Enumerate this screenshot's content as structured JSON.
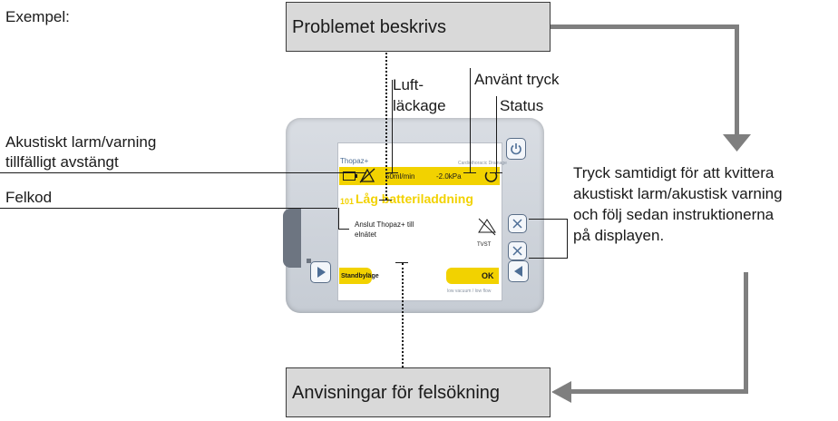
{
  "example_label": "Exempel:",
  "box_top": "Problemet beskrivs",
  "box_bottom": "Anvisningar för felsökning",
  "labels": {
    "air_leak_line1": "Luft-",
    "air_leak_line2": "läckage",
    "used_pressure": "Använt tryck",
    "status": "Status",
    "alarm_line1": "Akustiskt larm/varning",
    "alarm_line2": "tillfälligt avstängt",
    "error_code": "Felkod"
  },
  "instructions": [
    "Tryck samtidigt för att kvittera",
    "akustiskt larm/akustisk varning",
    "och följ sedan instruktionerna",
    "på displayen."
  ],
  "device": {
    "brand": "Thopaz+",
    "brand_right": "Cardiothoracic Drainage",
    "flow": "50ml/min",
    "pressure": "-2.0kPa",
    "error_number": "101",
    "error_title": "Låg batteriladdning",
    "instruction_line1": "Anslut Thopaz+ till",
    "instruction_line2": "elnätet",
    "standby": "Standbyläge",
    "ok": "OK",
    "footer": "low vacuum / low flow",
    "icon_text": "TVST",
    "colors": {
      "display_yellow": "#f2d200",
      "button_blue": "#4d6e96"
    }
  }
}
